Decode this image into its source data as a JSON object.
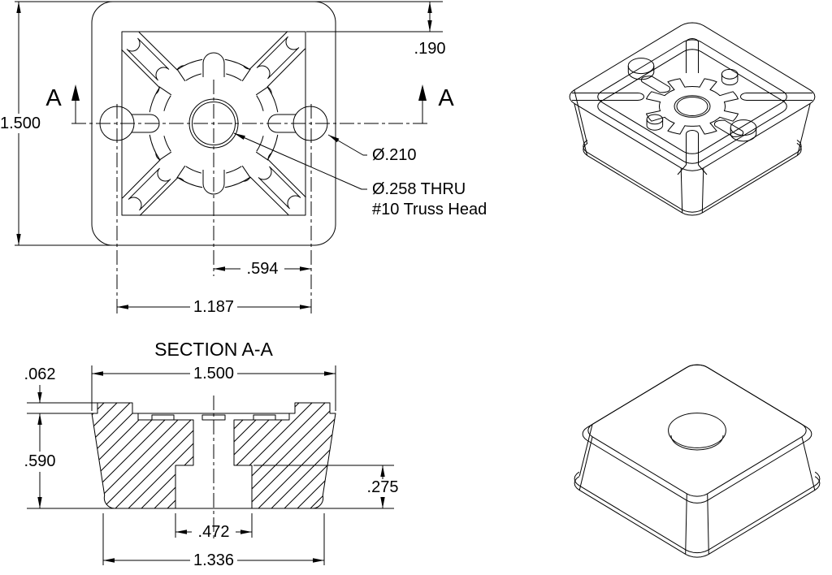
{
  "meta": {
    "background_color": "#ffffff",
    "line_color": "#000000",
    "drawing_type": "engineering-part-drawing"
  },
  "plan_view": {
    "section_arrow_left_label": "A",
    "section_arrow_right_label": "A",
    "dim_overall_height": "1.500",
    "dim_rim_offset": ".190",
    "label_side_hole": "Ø.210",
    "label_center_hole_line1": "Ø.258 THRU",
    "label_center_hole_line2": "#10 Truss Head",
    "dim_center_to_hole": ".594",
    "dim_hole_spacing": "1.187"
  },
  "section_view": {
    "title": "SECTION A-A",
    "dim_lip_height": ".062",
    "dim_overall_width": "1.500",
    "dim_body_height": ".590",
    "dim_counterbore_depth": ".275",
    "dim_counterbore_width": ".472",
    "dim_base_width": "1.336"
  }
}
